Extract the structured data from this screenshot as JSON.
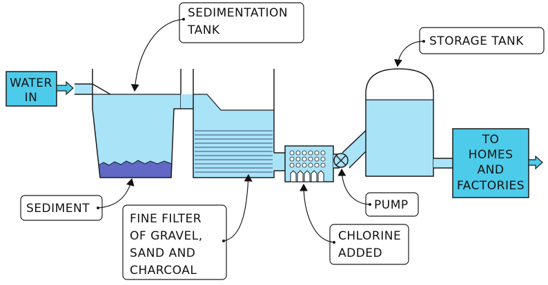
{
  "labels": {
    "water_in": [
      "WATER",
      "IN"
    ],
    "sedimentation_tank": [
      "SEDIMENTATION",
      "TANK"
    ],
    "storage_tank": [
      "STORAGE TANK"
    ],
    "to_homes": [
      "TO",
      "HOMES",
      "AND",
      "FACTORIES"
    ],
    "sediment": [
      "SEDIMENT"
    ],
    "fine_filter": [
      "FINE FILTER",
      "OF GRAVEL,",
      "SAND AND",
      "CHARCOAL"
    ],
    "pump": [
      "PUMP"
    ],
    "chlorine": [
      "CHLORINE",
      "ADDED"
    ]
  },
  "colors": {
    "water": "#a9e3f8",
    "water_light": "#c9eefb",
    "sediment": "#6168c6",
    "box_blue": "#4dcbea",
    "outline": "#1a1a1a",
    "arrow": "#4dcbea"
  }
}
